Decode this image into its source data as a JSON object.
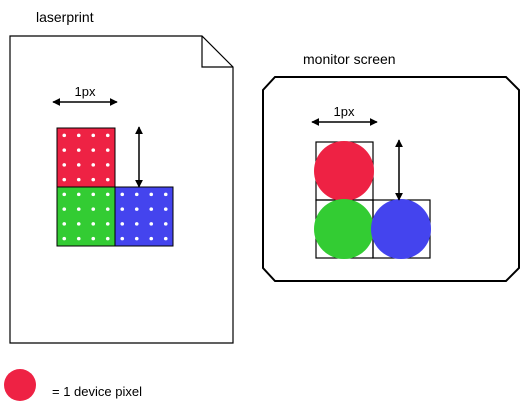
{
  "laserprint": {
    "title": "laserprint",
    "width_label": "1px",
    "pixels": [
      {
        "name": "red",
        "color": "#ee2244"
      },
      {
        "name": "green",
        "color": "#33cc33"
      },
      {
        "name": "blue",
        "color": "#4444ee"
      }
    ]
  },
  "monitor": {
    "title": "monitor screen",
    "width_label": "1px",
    "pixels": [
      {
        "name": "red",
        "color": "#ee2244"
      },
      {
        "name": "green",
        "color": "#33cc33"
      },
      {
        "name": "blue",
        "color": "#4444ee"
      }
    ]
  },
  "legend": {
    "color": "#ee2244",
    "label": "= 1 device pixel"
  },
  "colors": {
    "outline": "#000000",
    "dot": "#ffffff"
  }
}
